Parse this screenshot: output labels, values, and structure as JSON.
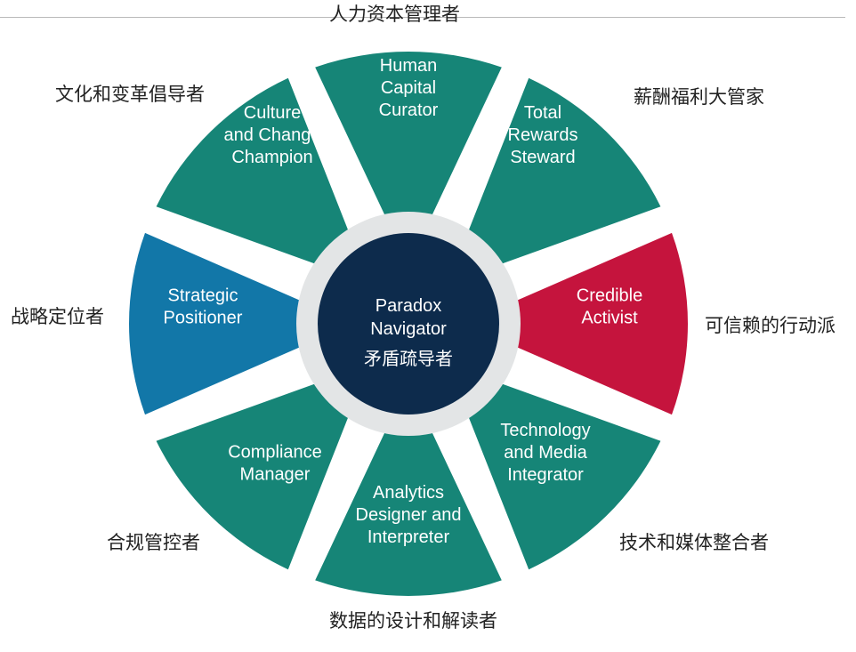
{
  "title": "人力资本管理者",
  "colors": {
    "teal": "#168577",
    "blue": "#1277a8",
    "red": "#c5143d",
    "navy": "#0d2b4c",
    "ring": "#e3e5e6",
    "segment_text": "#ffffff",
    "label_text": "#222222"
  },
  "center": {
    "line1": "Paradox",
    "line2": "Navigator",
    "line3": "矛盾疏导者"
  },
  "segments": [
    {
      "id": "human-capital-curator",
      "lines": [
        "Human",
        "Capital",
        "Curator"
      ],
      "color": "teal",
      "label": "人力资本管理者"
    },
    {
      "id": "total-rewards-steward",
      "lines": [
        "Total",
        "Rewards",
        "Steward"
      ],
      "color": "teal",
      "label": "薪酬福利大管家"
    },
    {
      "id": "credible-activist",
      "lines": [
        "Credible",
        "Activist"
      ],
      "color": "red",
      "label": "可信赖的行动派"
    },
    {
      "id": "technology-and-media-integrator",
      "lines": [
        "Technology",
        "and Media",
        "Integrator"
      ],
      "color": "teal",
      "label": "技术和媒体整合者"
    },
    {
      "id": "analytics-designer-and-interpreter",
      "lines": [
        "Analytics",
        "Designer and",
        "Interpreter"
      ],
      "color": "teal",
      "label": "数据的设计和解读者"
    },
    {
      "id": "compliance-manager",
      "lines": [
        "Compliance",
        "Manager"
      ],
      "color": "teal",
      "label": "合规管控者"
    },
    {
      "id": "strategic-positioner",
      "lines": [
        "Strategic",
        "Positioner"
      ],
      "color": "blue",
      "label": "战略定位者"
    },
    {
      "id": "culture-and-change-champion",
      "lines": [
        "Culture",
        "and Change",
        "Champion"
      ],
      "color": "teal",
      "label": "文化和变革倡导者"
    }
  ]
}
